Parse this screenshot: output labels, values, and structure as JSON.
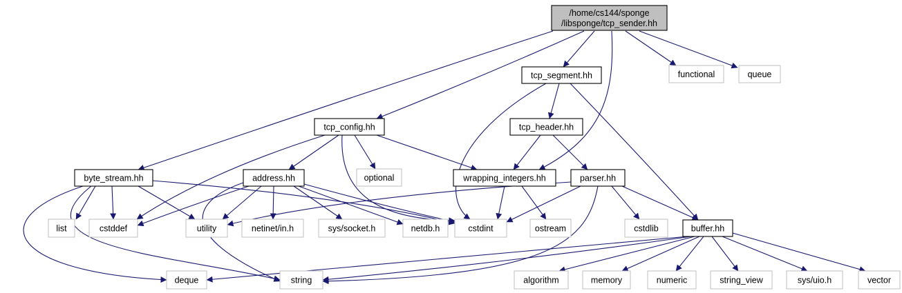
{
  "diagram": {
    "nodes": [
      {
        "id": "root",
        "lines": [
          "/home/cs144/sponge",
          "/libsponge/tcp_sender.hh"
        ],
        "kind": "root"
      },
      {
        "id": "tcp_segment",
        "lines": [
          "tcp_segment.hh"
        ],
        "kind": "local"
      },
      {
        "id": "functional",
        "lines": [
          "functional"
        ],
        "kind": "ext"
      },
      {
        "id": "queue",
        "lines": [
          "queue"
        ],
        "kind": "ext"
      },
      {
        "id": "tcp_header",
        "lines": [
          "tcp_header.hh"
        ],
        "kind": "local"
      },
      {
        "id": "tcp_config",
        "lines": [
          "tcp_config.hh"
        ],
        "kind": "local"
      },
      {
        "id": "byte_stream",
        "lines": [
          "byte_stream.hh"
        ],
        "kind": "local"
      },
      {
        "id": "address",
        "lines": [
          "address.hh"
        ],
        "kind": "local"
      },
      {
        "id": "optional",
        "lines": [
          "optional"
        ],
        "kind": "ext"
      },
      {
        "id": "wrapping_integers",
        "lines": [
          "wrapping_integers.hh"
        ],
        "kind": "local"
      },
      {
        "id": "parser",
        "lines": [
          "parser.hh"
        ],
        "kind": "local"
      },
      {
        "id": "list",
        "lines": [
          "list"
        ],
        "kind": "ext"
      },
      {
        "id": "cstddef",
        "lines": [
          "cstddef"
        ],
        "kind": "ext"
      },
      {
        "id": "utility",
        "lines": [
          "utility"
        ],
        "kind": "ext"
      },
      {
        "id": "netinet",
        "lines": [
          "netinet/in.h"
        ],
        "kind": "ext"
      },
      {
        "id": "syssocket",
        "lines": [
          "sys/socket.h"
        ],
        "kind": "ext"
      },
      {
        "id": "netdb",
        "lines": [
          "netdb.h"
        ],
        "kind": "ext"
      },
      {
        "id": "cstdint",
        "lines": [
          "cstdint"
        ],
        "kind": "ext"
      },
      {
        "id": "ostream",
        "lines": [
          "ostream"
        ],
        "kind": "ext"
      },
      {
        "id": "cstdlib",
        "lines": [
          "cstdlib"
        ],
        "kind": "ext"
      },
      {
        "id": "buffer",
        "lines": [
          "buffer.hh"
        ],
        "kind": "local"
      },
      {
        "id": "deque",
        "lines": [
          "deque"
        ],
        "kind": "ext"
      },
      {
        "id": "string",
        "lines": [
          "string"
        ],
        "kind": "ext"
      },
      {
        "id": "algorithm",
        "lines": [
          "algorithm"
        ],
        "kind": "ext"
      },
      {
        "id": "memory",
        "lines": [
          "memory"
        ],
        "kind": "ext"
      },
      {
        "id": "numeric",
        "lines": [
          "numeric"
        ],
        "kind": "ext"
      },
      {
        "id": "string_view",
        "lines": [
          "string_view"
        ],
        "kind": "ext"
      },
      {
        "id": "sysuio",
        "lines": [
          "sys/uio.h"
        ],
        "kind": "ext"
      },
      {
        "id": "vector",
        "lines": [
          "vector"
        ],
        "kind": "ext"
      }
    ],
    "edges": [
      {
        "from": "root",
        "to": "tcp_segment"
      },
      {
        "from": "root",
        "to": "functional"
      },
      {
        "from": "root",
        "to": "queue"
      },
      {
        "from": "root",
        "to": "tcp_config"
      },
      {
        "from": "root",
        "to": "byte_stream"
      },
      {
        "from": "root",
        "to": "wrapping_integers"
      },
      {
        "from": "tcp_segment",
        "to": "tcp_header"
      },
      {
        "from": "tcp_segment",
        "to": "cstdint"
      },
      {
        "from": "tcp_segment",
        "to": "buffer"
      },
      {
        "from": "tcp_header",
        "to": "wrapping_integers"
      },
      {
        "from": "tcp_header",
        "to": "parser"
      },
      {
        "from": "tcp_config",
        "to": "address"
      },
      {
        "from": "tcp_config",
        "to": "optional"
      },
      {
        "from": "tcp_config",
        "to": "wrapping_integers"
      },
      {
        "from": "tcp_config",
        "to": "cstddef"
      },
      {
        "from": "tcp_config",
        "to": "cstdint"
      },
      {
        "from": "byte_stream",
        "to": "list"
      },
      {
        "from": "byte_stream",
        "to": "cstddef"
      },
      {
        "from": "byte_stream",
        "to": "utility"
      },
      {
        "from": "byte_stream",
        "to": "cstdint"
      },
      {
        "from": "byte_stream",
        "to": "deque"
      },
      {
        "from": "byte_stream",
        "to": "string"
      },
      {
        "from": "address",
        "to": "cstddef"
      },
      {
        "from": "address",
        "to": "utility"
      },
      {
        "from": "address",
        "to": "netinet"
      },
      {
        "from": "address",
        "to": "syssocket"
      },
      {
        "from": "address",
        "to": "netdb"
      },
      {
        "from": "address",
        "to": "cstdint"
      },
      {
        "from": "address",
        "to": "string"
      },
      {
        "from": "wrapping_integers",
        "to": "cstdint"
      },
      {
        "from": "wrapping_integers",
        "to": "ostream"
      },
      {
        "from": "parser",
        "to": "utility"
      },
      {
        "from": "parser",
        "to": "cstdint"
      },
      {
        "from": "parser",
        "to": "cstdlib"
      },
      {
        "from": "parser",
        "to": "buffer"
      },
      {
        "from": "parser",
        "to": "string"
      },
      {
        "from": "buffer",
        "to": "deque"
      },
      {
        "from": "buffer",
        "to": "string"
      },
      {
        "from": "buffer",
        "to": "algorithm"
      },
      {
        "from": "buffer",
        "to": "memory"
      },
      {
        "from": "buffer",
        "to": "numeric"
      },
      {
        "from": "buffer",
        "to": "string_view"
      },
      {
        "from": "buffer",
        "to": "sysuio"
      },
      {
        "from": "buffer",
        "to": "vector"
      }
    ],
    "colors": {
      "edge": "#191970",
      "root_fill": "#bfbfbf",
      "local_border": "#000000",
      "external_border": "#bfbfbf"
    }
  }
}
